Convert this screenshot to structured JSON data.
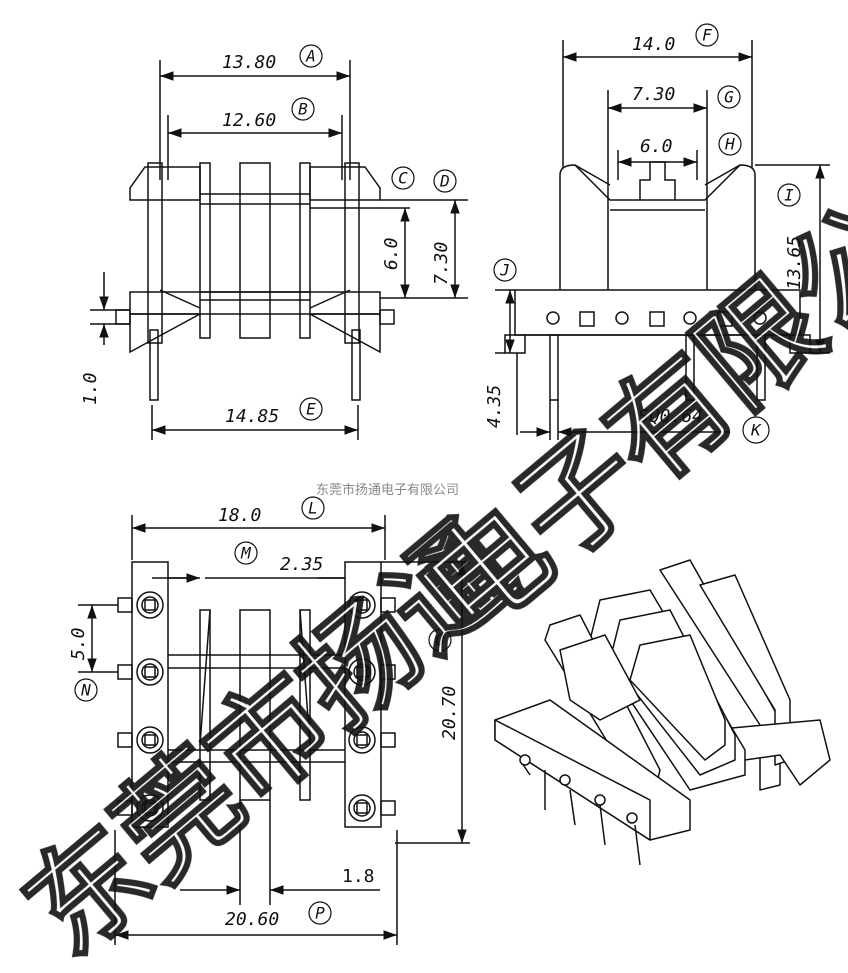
{
  "company_caption": "东莞市扬通电子有限公司",
  "watermark": [
    "东莞市扬通",
    "电子有限公司"
  ],
  "callouts": {
    "A": "A",
    "B": "B",
    "C": "C",
    "D": "D",
    "E": "E",
    "F": "F",
    "G": "G",
    "H": "H",
    "I": "I",
    "J": "J",
    "K": "K",
    "L": "L",
    "M": "M",
    "N": "N",
    "O": "O",
    "P": "P"
  },
  "dimensions": {
    "A": "13.80",
    "B": "12.60",
    "C_D_inner": "6.0",
    "D_height": "7.30",
    "pin_dia": "1.0",
    "E": "14.85",
    "F": "14.0",
    "G": "7.30",
    "H": "6.0",
    "I": "13.65",
    "J": "4.35",
    "K": "SQ0.64",
    "L": "18.0",
    "M": "2.35",
    "N": "5.0",
    "O": "20.70",
    "P": "20.60",
    "flange": "1.8"
  },
  "colors": {
    "line": "#111111",
    "caption": "#888888"
  }
}
